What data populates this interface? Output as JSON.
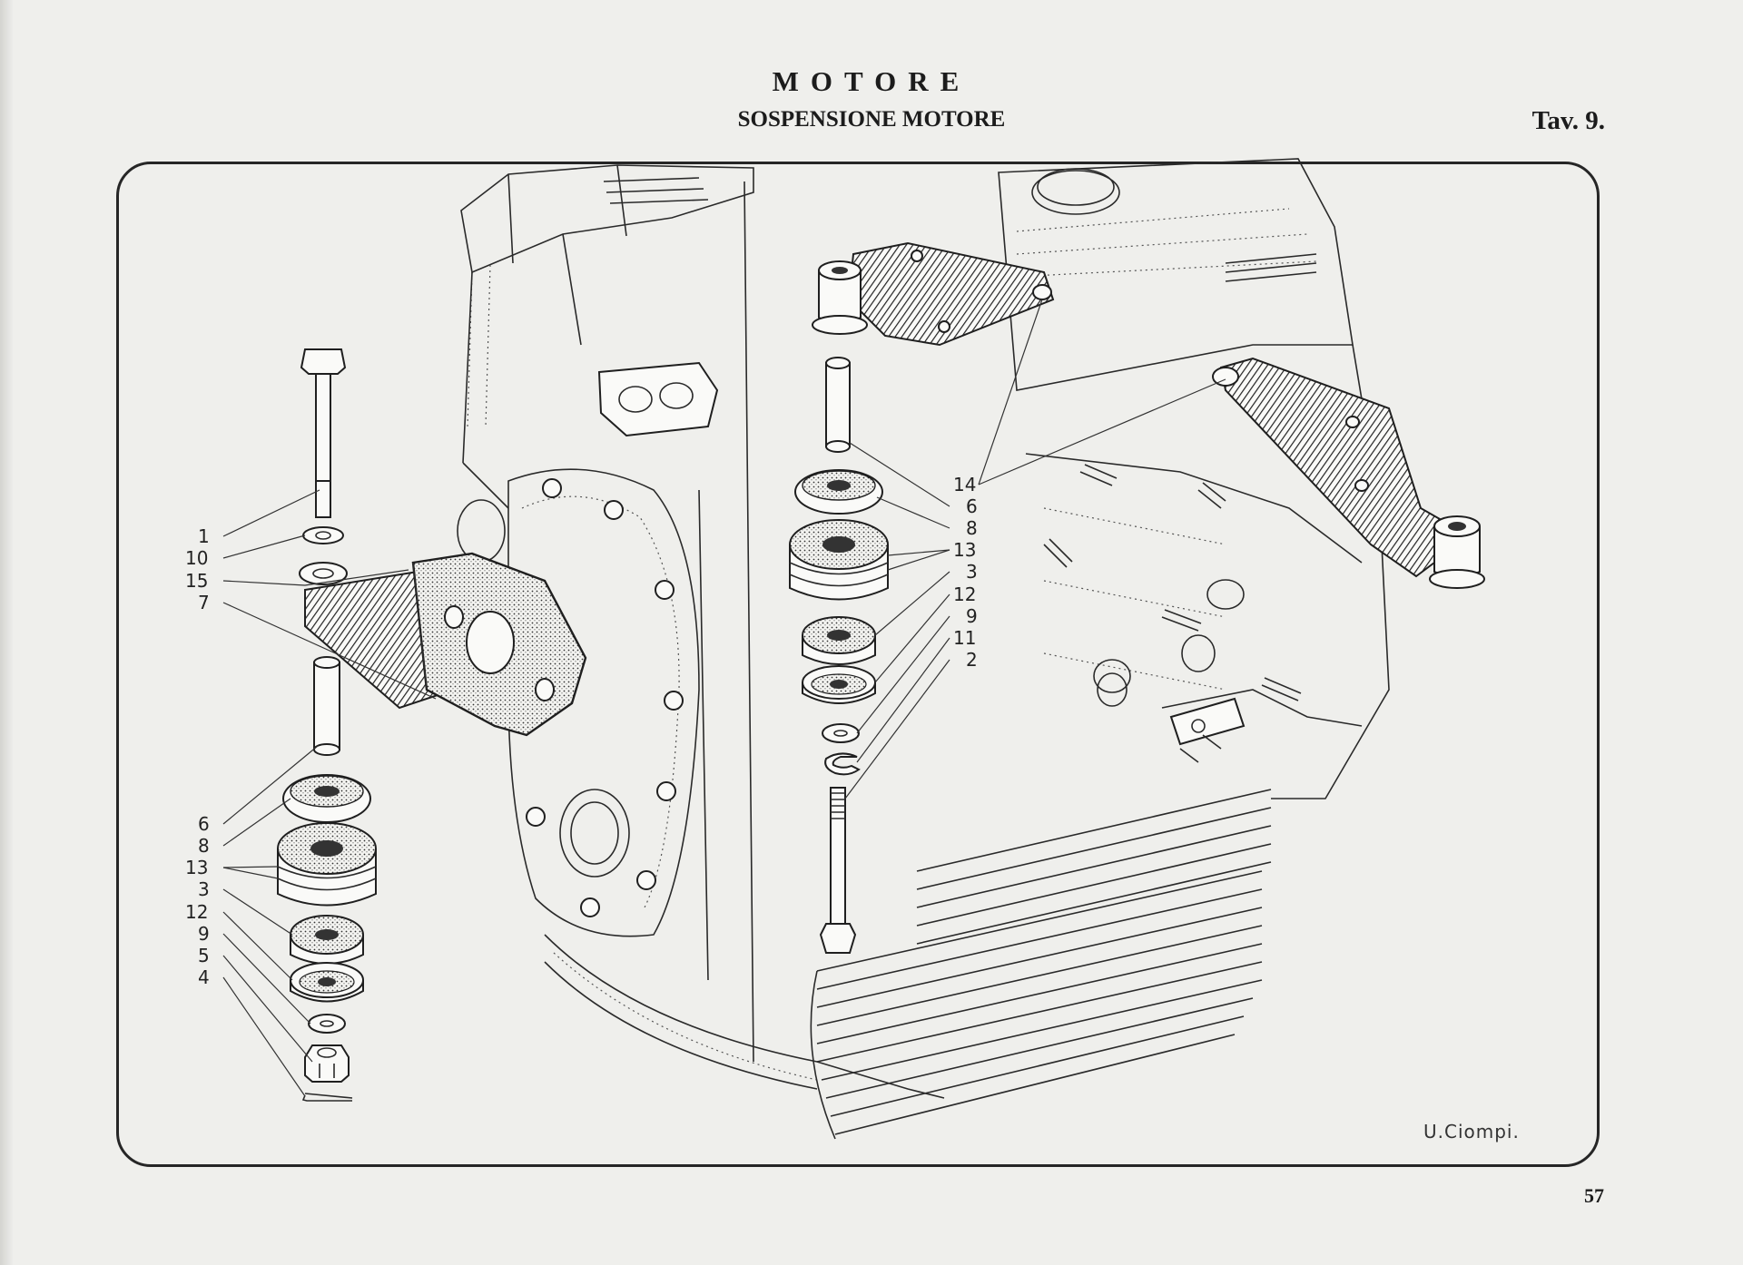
{
  "header": {
    "title": "MOTORE",
    "subtitle": "SOSPENSIONE MOTORE",
    "table_number": "Tav. 9."
  },
  "footer": {
    "page_number": "57"
  },
  "drawing": {
    "signature": "U.Ciompi.",
    "left_callouts": [
      "1",
      "10",
      "15",
      "7",
      "6",
      "8",
      "13",
      "3",
      "12",
      "9",
      "5",
      "4"
    ],
    "right_callouts": [
      "14",
      "6",
      "8",
      "13",
      "3",
      "12",
      "9",
      "11",
      "2"
    ]
  }
}
